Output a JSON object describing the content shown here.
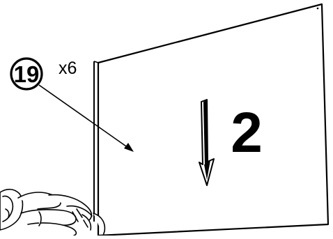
{
  "callout": {
    "part_number": "19",
    "quantity": "x6"
  },
  "panel": {
    "step_number": "2"
  },
  "icons": {
    "direction": "arrow-down-icon",
    "hand": "hand-icon"
  }
}
